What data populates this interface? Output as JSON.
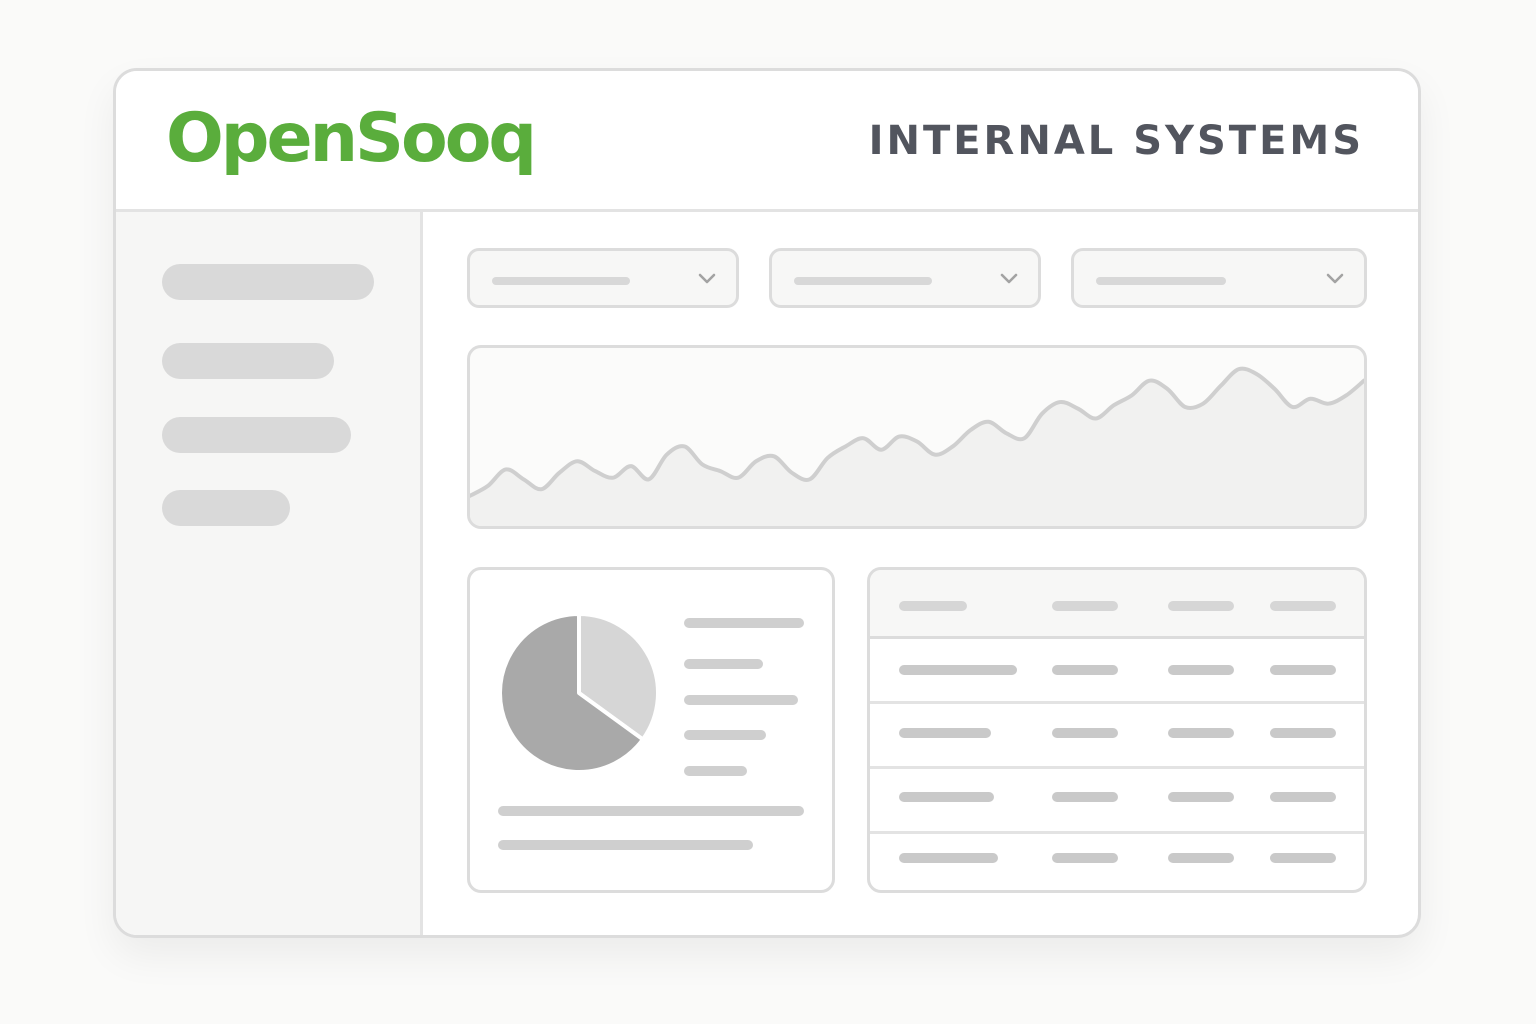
{
  "header": {
    "logo": "OpenSooq",
    "title": "INTERNAL SYSTEMS",
    "logo_color": "#5aad3c"
  },
  "icons": {
    "dropdown": "chevron-down-icon"
  },
  "chart_data": [
    {
      "type": "area",
      "x": [
        0,
        1,
        2,
        3,
        4,
        5,
        6,
        7,
        8,
        9,
        10,
        11,
        12,
        13,
        14,
        15,
        16,
        17,
        18,
        19,
        20,
        21,
        22,
        23,
        24,
        25,
        26,
        27,
        28,
        29,
        30,
        31,
        32,
        33,
        34,
        35,
        36,
        37,
        38,
        39,
        40,
        41,
        42,
        43,
        44,
        45,
        46,
        47,
        48,
        49,
        50
      ],
      "values": [
        10,
        22,
        42,
        30,
        18,
        38,
        52,
        40,
        32,
        46,
        30,
        60,
        70,
        48,
        40,
        32,
        52,
        58,
        38,
        30,
        56,
        70,
        80,
        66,
        82,
        76,
        60,
        70,
        90,
        100,
        86,
        80,
        110,
        124,
        116,
        104,
        120,
        132,
        150,
        140,
        118,
        122,
        144,
        164,
        158,
        140,
        118,
        128,
        122,
        132,
        150
      ],
      "ylim": [
        0,
        180
      ]
    },
    {
      "type": "pie",
      "values": [
        0.65,
        0.35
      ],
      "colors": [
        "#a9a9a9",
        "#d6d6d6"
      ]
    }
  ]
}
